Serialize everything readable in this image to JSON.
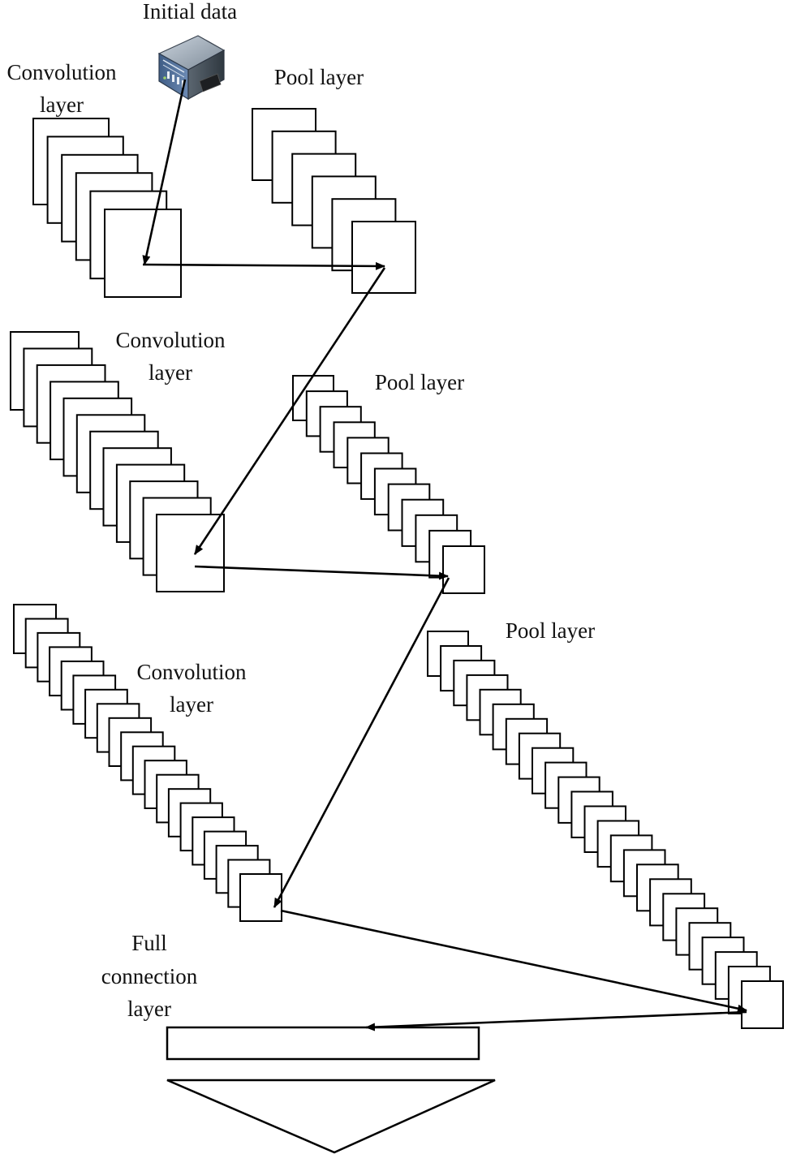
{
  "labels": {
    "initial": "Initial data",
    "conv1_l1": "Convolution",
    "conv1_l2": "layer",
    "pool1": "Pool layer",
    "conv2_l1": "Convolution",
    "conv2_l2": "layer",
    "pool2": "Pool layer",
    "conv3_l1": "Convolution",
    "conv3_l2": "layer",
    "pool3": "Pool layer",
    "fc_l1": "Full",
    "fc_l2": "connection",
    "fc_l3": "layer"
  },
  "icons": {
    "initial_data": "server-icon"
  },
  "stacks": {
    "conv1": {
      "count": 6
    },
    "pool1": {
      "count": 6
    },
    "conv2": {
      "count": 12
    },
    "pool2": {
      "count": 12
    },
    "conv3": {
      "count": 20
    },
    "pool3": {
      "count": 25
    }
  },
  "colors": {
    "stroke": "#000000",
    "fill": "#ffffff"
  }
}
